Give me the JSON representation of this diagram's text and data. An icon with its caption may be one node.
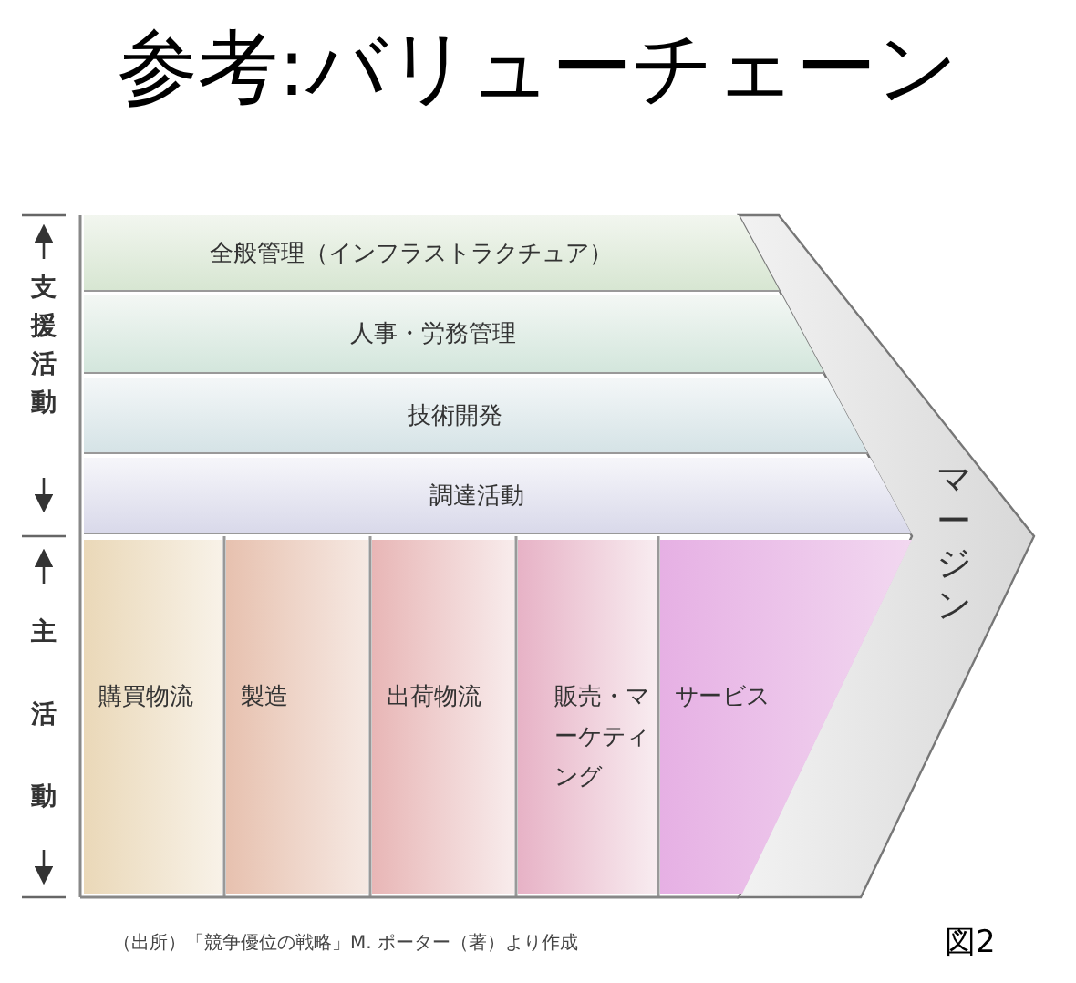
{
  "diagram": {
    "title": "参考:バリューチェーン",
    "caption": "（出所）「競争優位の戦略」M. ポーター（著）より作成",
    "nodes": [
      {
        "text": [
          "全般管理（インフラストラクチュア）"
        ]
      },
      {
        "text": [
          "人事・労務管理"
        ]
      },
      {
        "text": [
          "技術開発"
        ]
      },
      {
        "text": [
          "調達活動"
        ]
      },
      {
        "text": [
          "購買物流"
        ]
      },
      {
        "text": [
          "製造"
        ]
      },
      {
        "text": [
          "出荷物流"
        ]
      },
      {
        "text": [
          "販売・マーケティング"
        ]
      },
      {
        "text": [
          "サービス"
        ]
      },
      {
        "text": [
          "マージン"
        ]
      }
    ],
    "edges": [],
    "labels": [
      "支援活動",
      "主活動",
      "図2"
    ]
  }
}
